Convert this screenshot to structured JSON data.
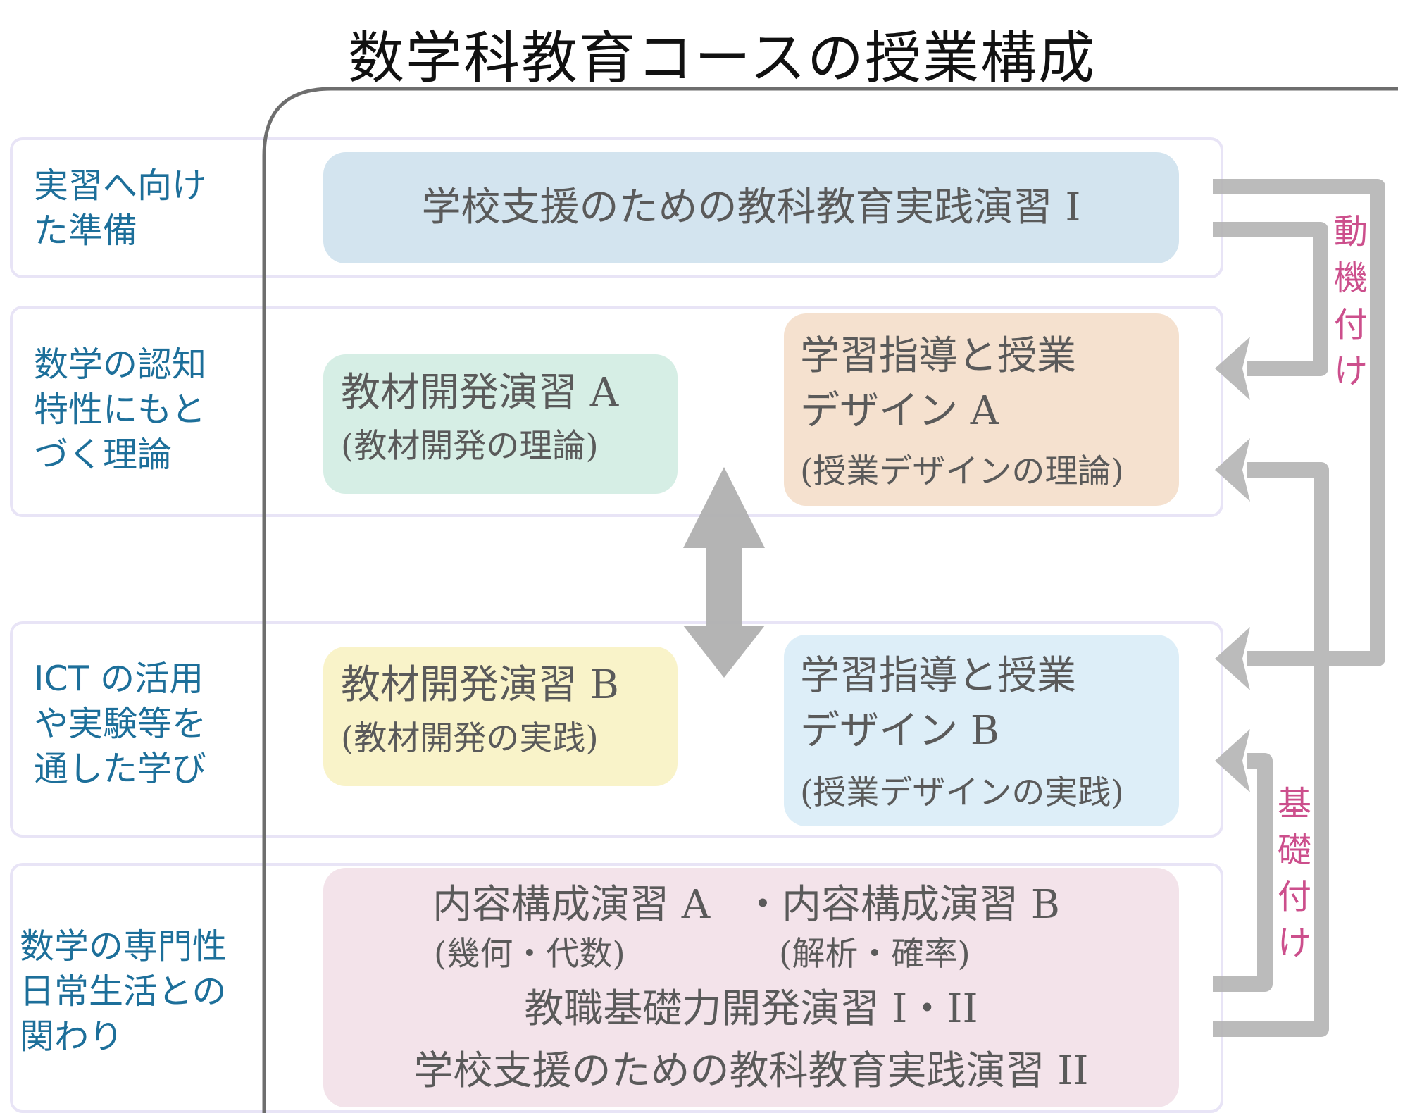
{
  "title": "数学科教育コースの授業構成",
  "rows": [
    {
      "label": "実習へ向け\nた準備"
    },
    {
      "label": "数学の認知\n特性にもと\nづく理論"
    },
    {
      "label": "ICT の活用\nや実験等を\n通した学び"
    },
    {
      "label": "数学の専門性\n日常生活との\n関わり"
    }
  ],
  "boxes": {
    "practice1": {
      "main": "学校支援のための教科教育実践演習 I"
    },
    "material_a": {
      "main": "教材開発演習 A",
      "sub": "(教材開発の理論)"
    },
    "design_a": {
      "main": "学習指導と授業\nデザイン A",
      "sub": "(授業デザインの理論)"
    },
    "material_b": {
      "main": "教材開発演習 B",
      "sub": "(教材開発の実践)"
    },
    "design_b": {
      "main": "学習指導と授業\nデザイン B",
      "sub": "(授業デザインの実践)"
    },
    "foundation": {
      "line1_left": "内容構成演習 A",
      "line1_sep": "・",
      "line1_right": "内容構成演習 B",
      "sub_left": "(幾何・代数)",
      "sub_right": "(解析・確率)",
      "line2": "教職基礎力開発演習 I・II",
      "line3": "学校支援のための教科教育実践演習 II"
    }
  },
  "side_labels": {
    "motivation": "動\n機\n付\nけ",
    "foundation": "基\n礎\n付\nけ"
  },
  "colors": {
    "row_label": "#1d6f9a",
    "side_label": "#cc4f8c",
    "practice1_bg": "#d3e4ef",
    "material_a_bg": "#d6eee5",
    "design_a_bg": "#f5e1cf",
    "material_b_bg": "#f9f3c9",
    "design_b_bg": "#ddeef8",
    "foundation_bg": "#f3e3ea",
    "arrow": "#b4b4b4"
  }
}
